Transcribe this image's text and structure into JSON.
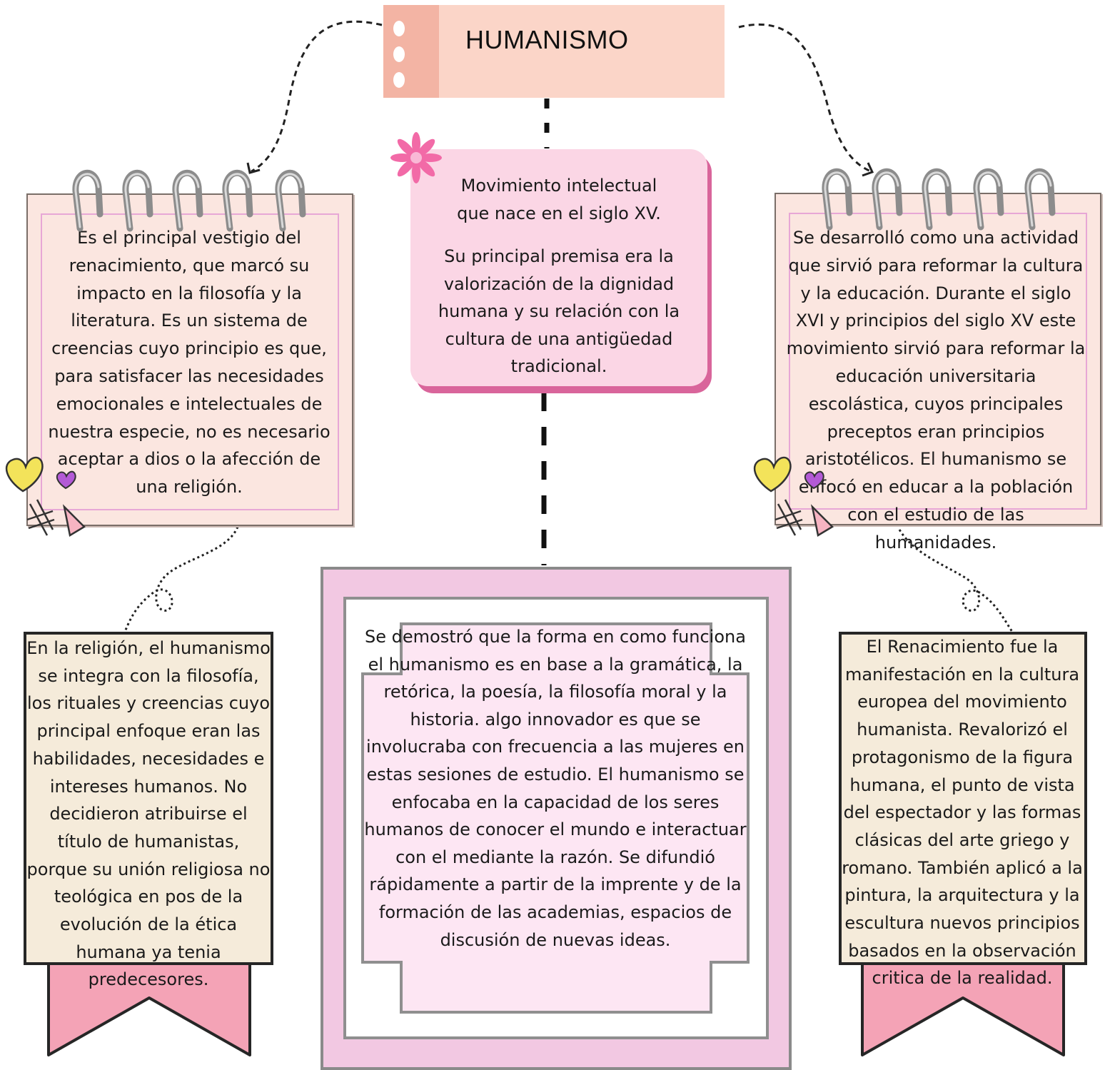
{
  "title": "HUMANISMO",
  "definition": {
    "p1": "Movimiento intelectual que nace en el siglo XV.",
    "p2": "Su principal premisa era la valorización de la dignidad humana y su relación con la cultura de una antigüedad tradicional."
  },
  "left_note": "Es el principal vestigio del renacimiento, que marcó su impacto en la filosofía y la literatura. Es un sistema de creencias cuyo principio es que, para satisfacer las necesidades emocionales e intelectuales de nuestra especie, no es necesario aceptar a dios o la afección de una religión.",
  "right_note": "Se desarrolló como una actividad que sirvió para reformar la cultura y la educación. Durante el siglo XVI y principios del siglo XV este movimiento sirvió para reformar la educación universitaria escolástica, cuyos principales preceptos eran principios aristotélicos. El humanismo se enfocó en educar a la población con el estudio de las humanidades.",
  "left_banner": "En la religión, el humanismo se integra con la filosofía, los rituales y creencias cuyo principal enfoque eran las habilidades, necesidades e intereses humanos. No decidieron atribuirse el título de humanistas, porque su unión religiosa no teológica en pos de la evolución de la ética humana ya tenia predecesores.",
  "right_banner": "El Renacimiento fue la manifestación en la cultura europea del movimiento humanista. Revalorizó el protagonismo de la figura humana, el punto de vista del espectador y las formas clásicas del arte griego y romano. También aplicó a la pintura, la arquitectura y la escultura nuevos principios basados en la observación critica de la realidad.",
  "center_box": "Se demostró que la forma en como funciona el humanismo es en base a la gramática, la retórica, la poesía, la filosofía moral y la historia. algo innovador es que se involucraba con frecuencia a las mujeres en estas sesiones de estudio. El humanismo se enfocaba en la capacidad de los seres humanos de conocer el mundo e interactuar con el mediante la razón. Se difundió rápidamente a partir de la imprente y de la formación de las academias, espacios de discusión de nuevas ideas.",
  "colors": {
    "title_bg": "#fbd5c8",
    "title_stripe": "#f3b4a4",
    "definition_bg": "#fbd6e5",
    "definition_shadow": "#d9659b",
    "notebook_bg": "#fbe6e0",
    "banner_bg": "#f5ebda",
    "ribbon": "#f4a3b6",
    "frame_pink": "#f2c8e2",
    "stepped_fill": "#fde6f3"
  },
  "icons": [
    "flower-icon",
    "spiral-ring-icon",
    "heart-icon",
    "triangle-icon",
    "cross-hatch-icon"
  ]
}
